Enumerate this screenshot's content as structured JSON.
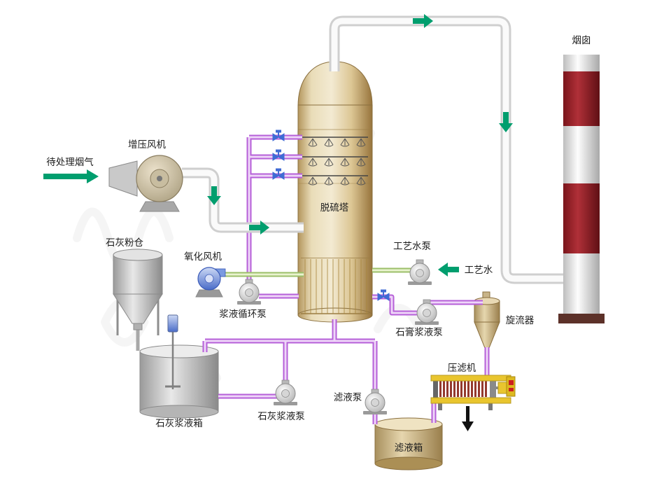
{
  "labels": {
    "flue_gas": "待处理烟气",
    "booster_fan": "增压风机",
    "tower": "脱硫塔",
    "chimney": "烟囱",
    "lime_silo": "石灰粉仓",
    "oxidation_fan": "氧化风机",
    "circulation_pump": "浆液循环泵",
    "process_water_pump": "工艺水泵",
    "process_water": "工艺水",
    "gypsum_pump": "石膏浆液泵",
    "cyclone": "旋流器",
    "filter_press": "压滤机",
    "lime_slurry_tank": "石灰浆液箱",
    "lime_slurry_pump": "石灰浆液泵",
    "filtrate_pump": "滤液泵",
    "filtrate_tank": "滤液箱"
  },
  "colors": {
    "flow_arrow": "#009e6e",
    "slurry_pipe": "#b65fd8",
    "slurry_pipe_core": "#eed6f8",
    "water_pipe": "#9cbf6a",
    "water_pipe_core": "#e9f3cf",
    "gas_pipe_edge": "#cfcfcf",
    "gas_pipe_core": "#fafafa",
    "valve": "#3f6bd4",
    "tower_tan": "#d9c08f",
    "chimney_red": "#9e2026",
    "chimney_white": "#f2f2f2",
    "press_frame": "#e9c52e",
    "press_plate": "#94392e",
    "discharge_arrow": "#111111"
  }
}
